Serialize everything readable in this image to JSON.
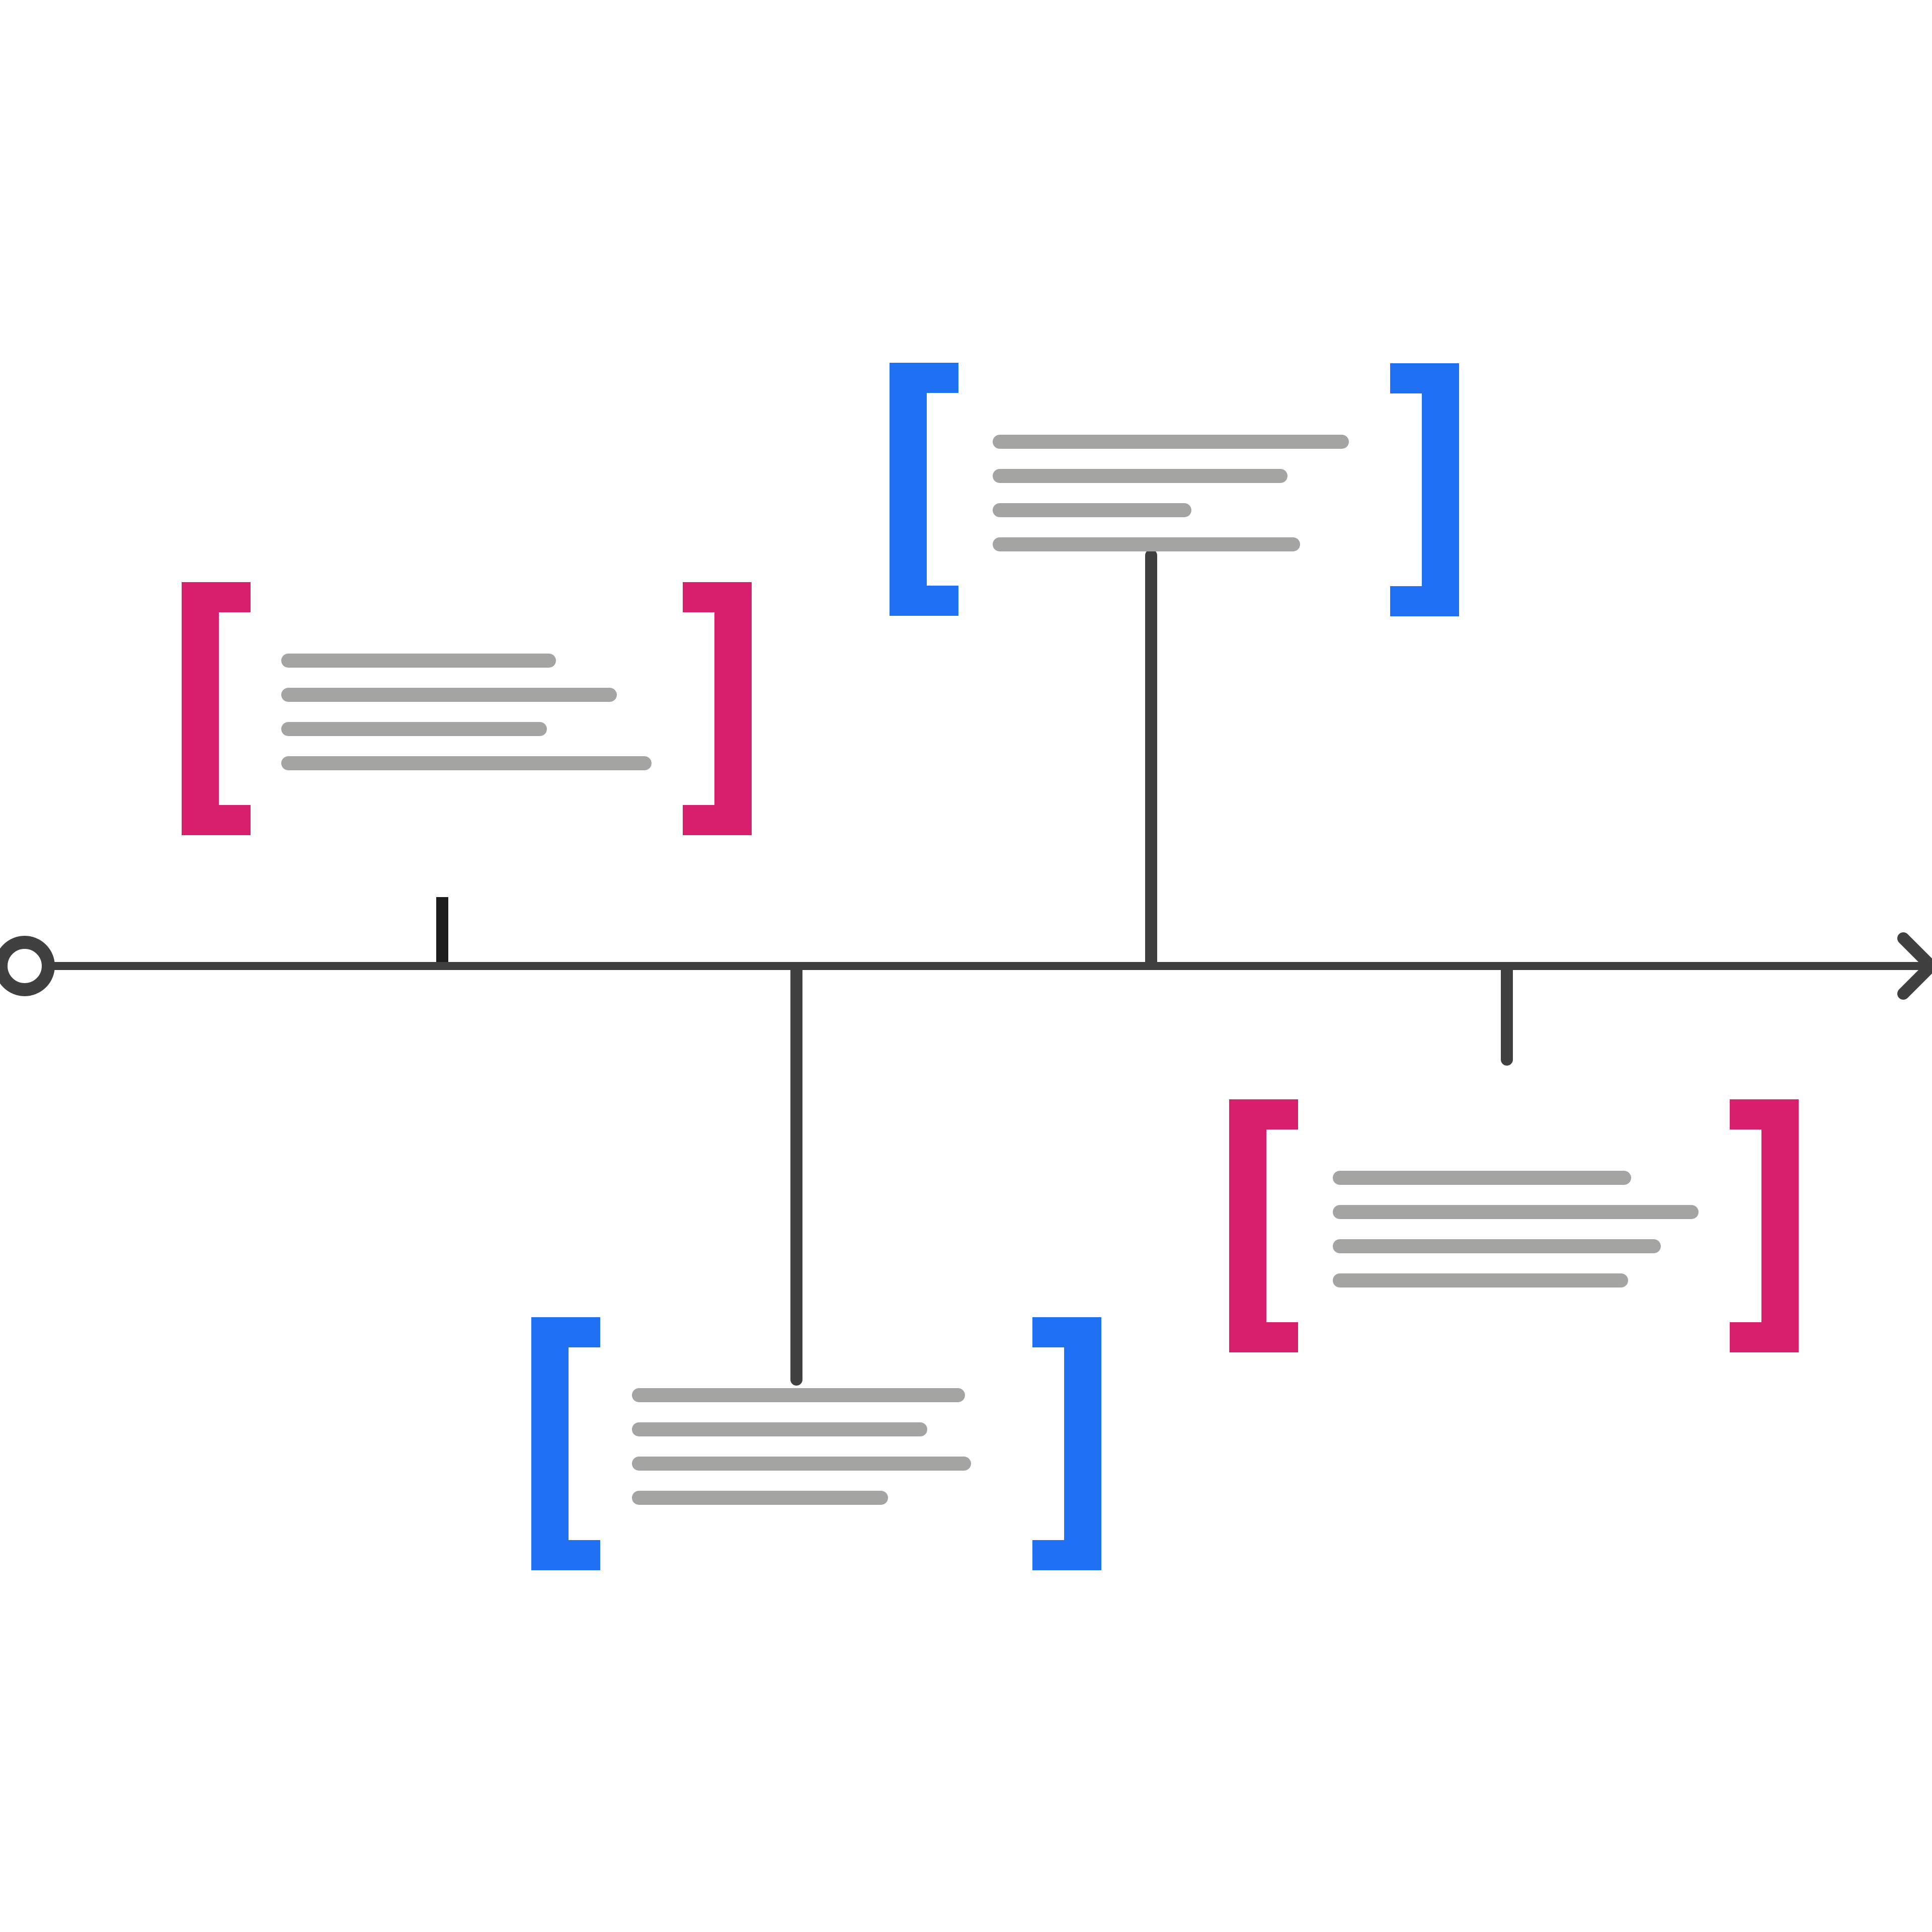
{
  "diagram": {
    "type": "timeline",
    "colors": {
      "background": "#ffffff",
      "axis": "#404040",
      "tick_dark": "#1c1c1c",
      "text_placeholder": "#a4a4a2",
      "magenta": "#d81f6c",
      "blue": "#1f70f2"
    },
    "axis": {
      "start_marker": "open-circle",
      "end_marker": "arrow-head"
    },
    "events": [
      {
        "id": "event-1",
        "position": "above",
        "bracket_color": "magenta",
        "placeholder_lines": 4
      },
      {
        "id": "event-2",
        "position": "below",
        "bracket_color": "blue",
        "placeholder_lines": 4
      },
      {
        "id": "event-3",
        "position": "above",
        "bracket_color": "blue",
        "placeholder_lines": 4
      },
      {
        "id": "event-4",
        "position": "below",
        "bracket_color": "magenta",
        "placeholder_lines": 4
      }
    ]
  }
}
